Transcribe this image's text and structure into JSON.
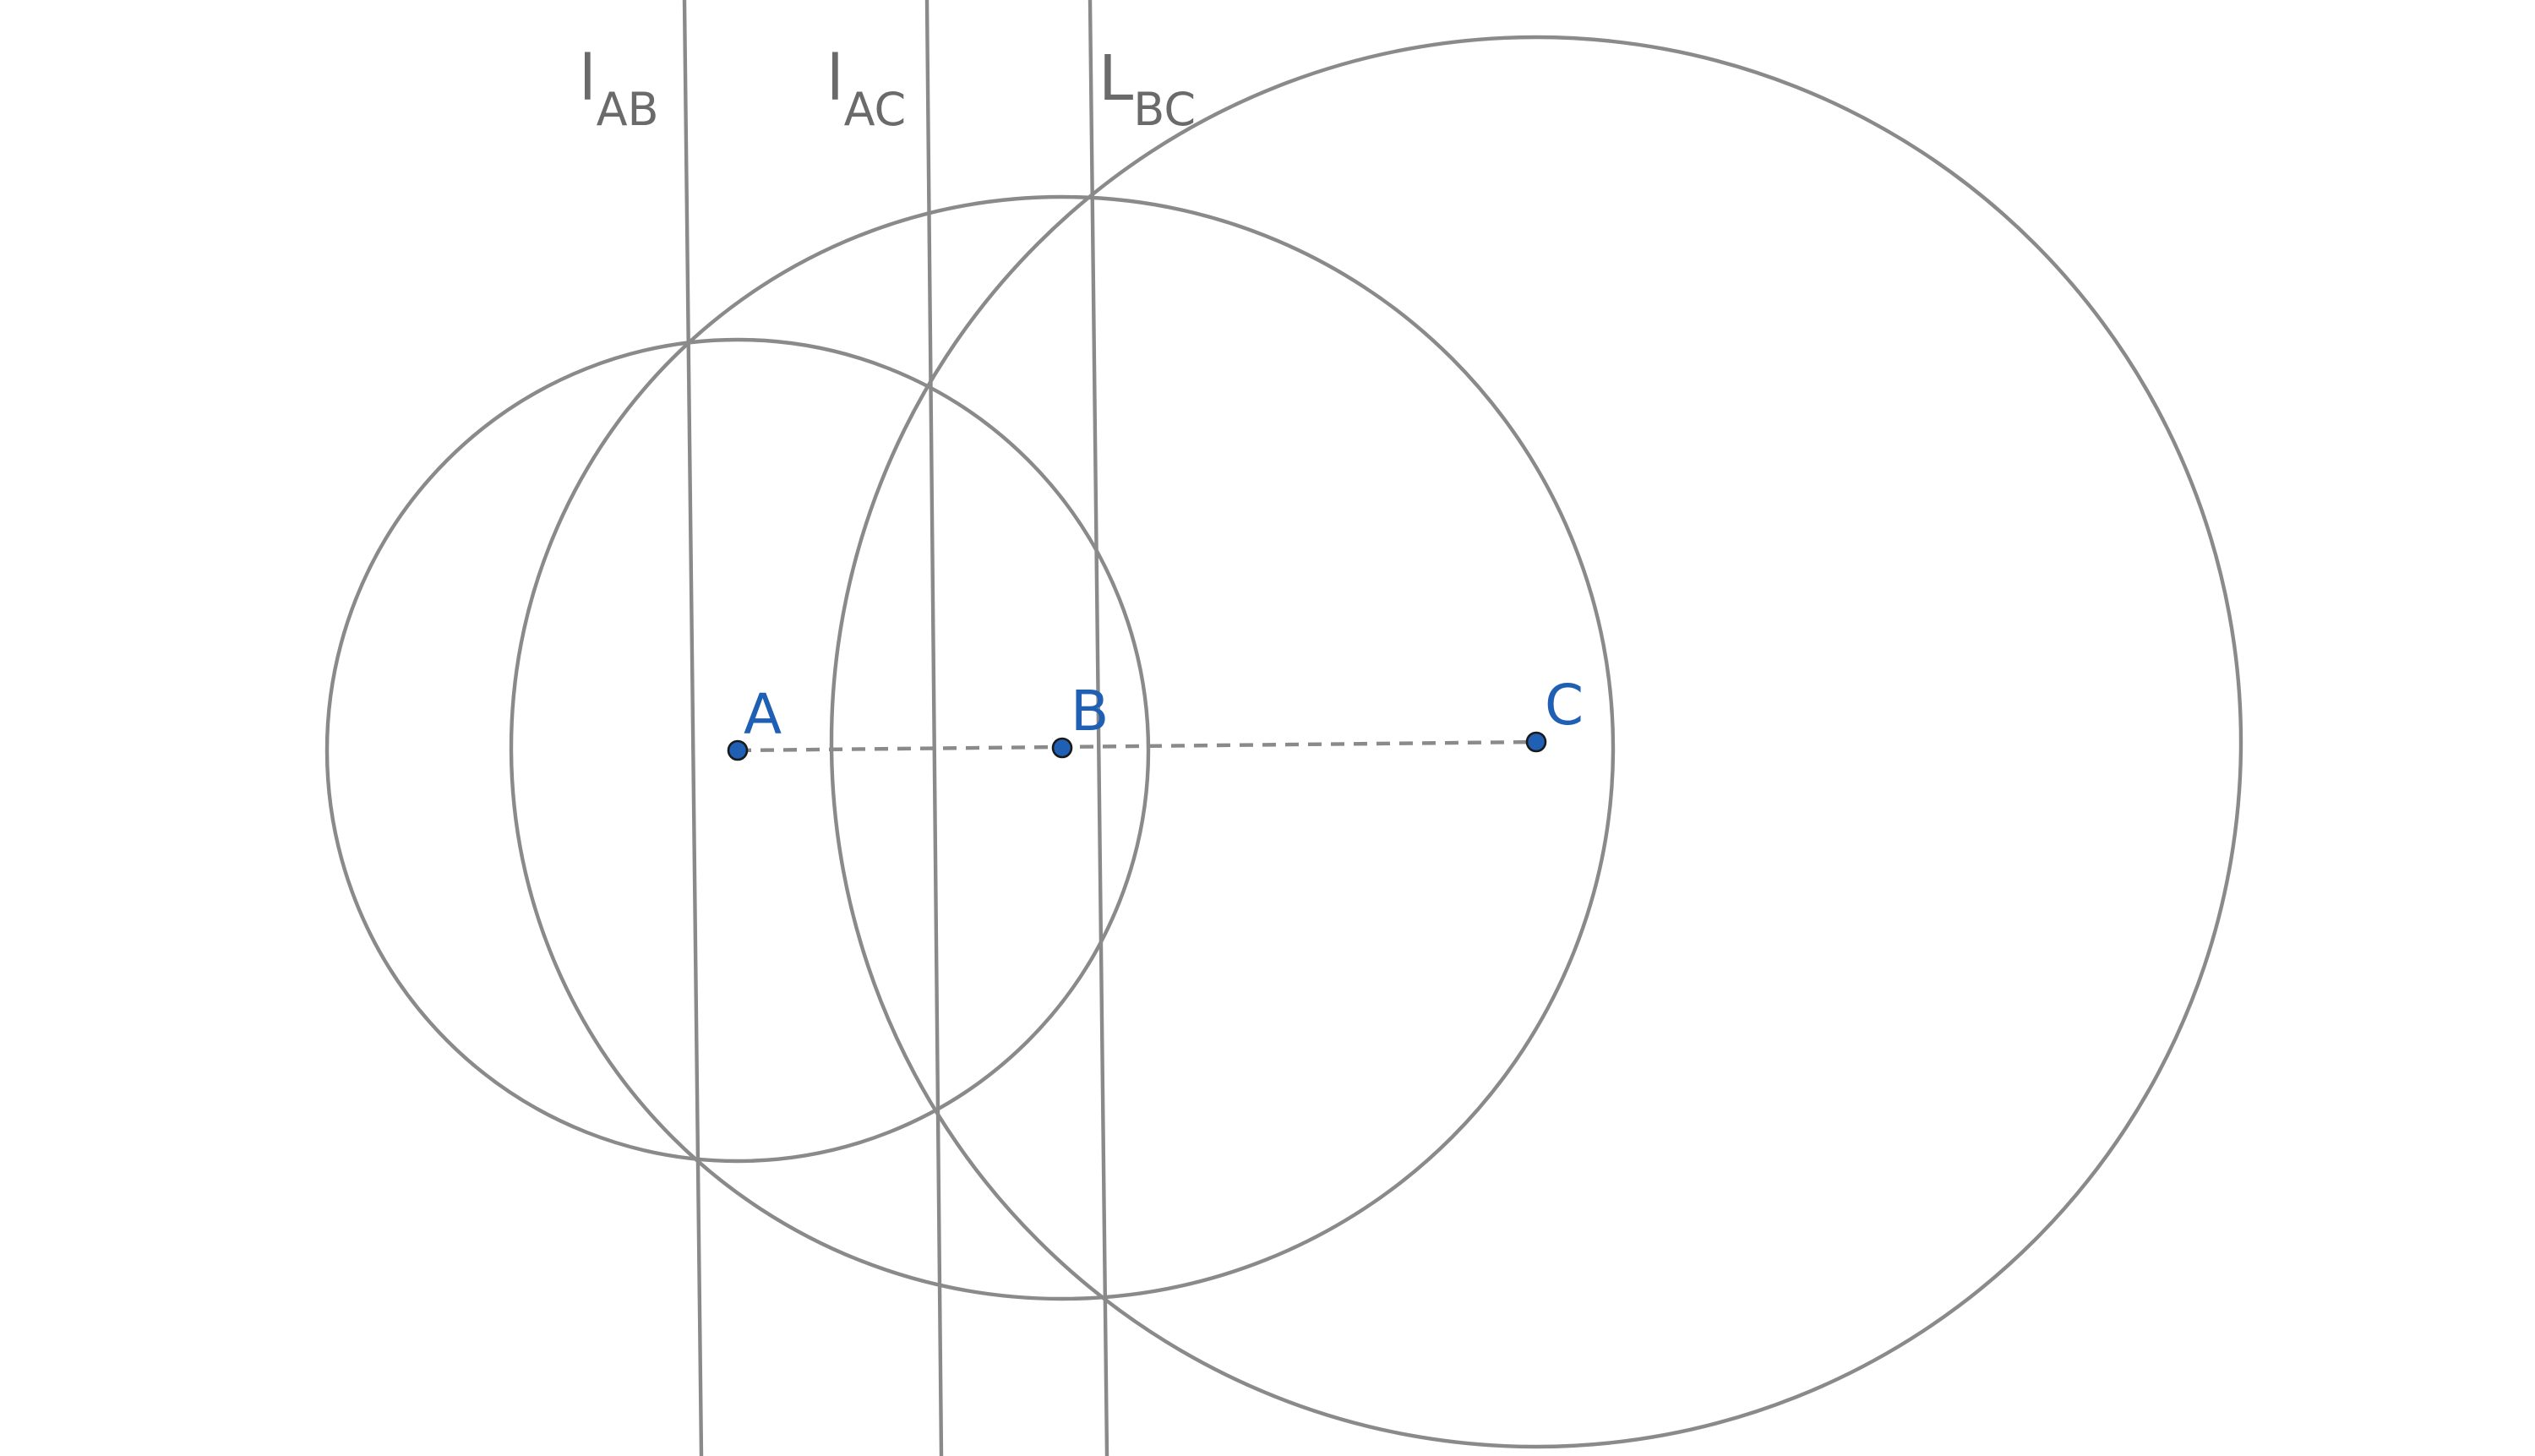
{
  "diagram": {
    "points": {
      "A": {
        "label": "A",
        "color": "#1f5fb4"
      },
      "B": {
        "label": "B",
        "color": "#1f5fb4"
      },
      "C": {
        "label": "C",
        "color": "#1f5fb4"
      }
    },
    "lines": {
      "ab": {
        "main": "l",
        "sub": "AB"
      },
      "ac": {
        "main": "l",
        "sub": "AC"
      },
      "bc": {
        "main": "L",
        "sub": "BC"
      }
    },
    "colors": {
      "construction": "#8a8a8a",
      "points": "#1f5fb4",
      "line_labels": "#6a6a6a"
    }
  }
}
